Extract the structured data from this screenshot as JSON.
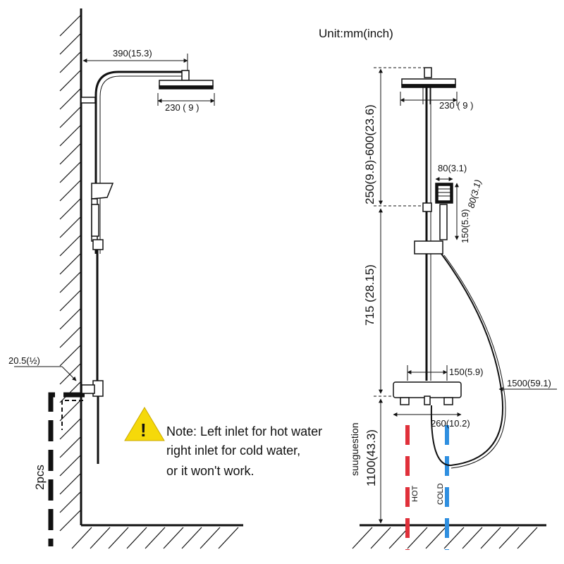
{
  "unit_label": "Unit:mm(inch)",
  "left_view": {
    "arm_length": "390(15.3)",
    "head_diameter": "230 ( 9 )",
    "inlet_thread": "20.5(½)",
    "elbow_count": "2pcs"
  },
  "right_view": {
    "head_diameter": "230 ( 9 )",
    "top_height": "250(9.8)-600(23.6)",
    "handset_width": "80(3.1)",
    "handset_height": "150(5.9)",
    "handset_head": "80(3.1)",
    "rail_height": "715 (28.15)",
    "inlet_spacing": "150(5.9)",
    "hose_length": "1500(59.1)",
    "valve_width": "260(10.2)",
    "install_note": "suuguestion",
    "install_height": "1100(43.3)",
    "hot_label": "HOT",
    "cold_label": "COLD"
  },
  "note": {
    "line1": "Note: Left inlet for hot water",
    "line2": "right inlet for cold water,",
    "line3": "or it won't work."
  },
  "colors": {
    "hot": "#e0303a",
    "cold": "#2f8fe0",
    "warning": "#f5d90a",
    "line": "#111111"
  }
}
